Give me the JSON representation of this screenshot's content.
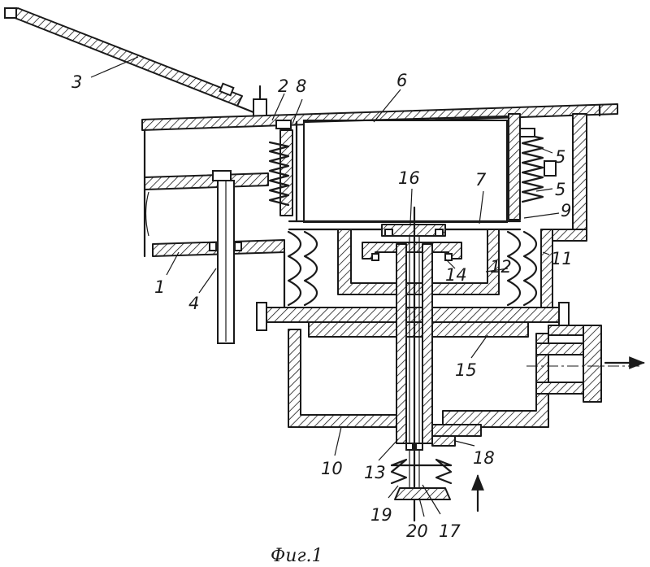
{
  "figure": {
    "caption": "Фиг.1",
    "labels": {
      "l1": "1",
      "l2": "2",
      "l3": "3",
      "l4": "4",
      "l5a": "5",
      "l5b": "5",
      "l6": "6",
      "l7": "7",
      "l8": "8",
      "l9": "9",
      "l10": "10",
      "l11": "11",
      "l12": "12",
      "l13": "13",
      "l14": "14",
      "l15": "15",
      "l16": "16",
      "l17": "17",
      "l18": "18",
      "l19": "19",
      "l20": "20"
    }
  }
}
